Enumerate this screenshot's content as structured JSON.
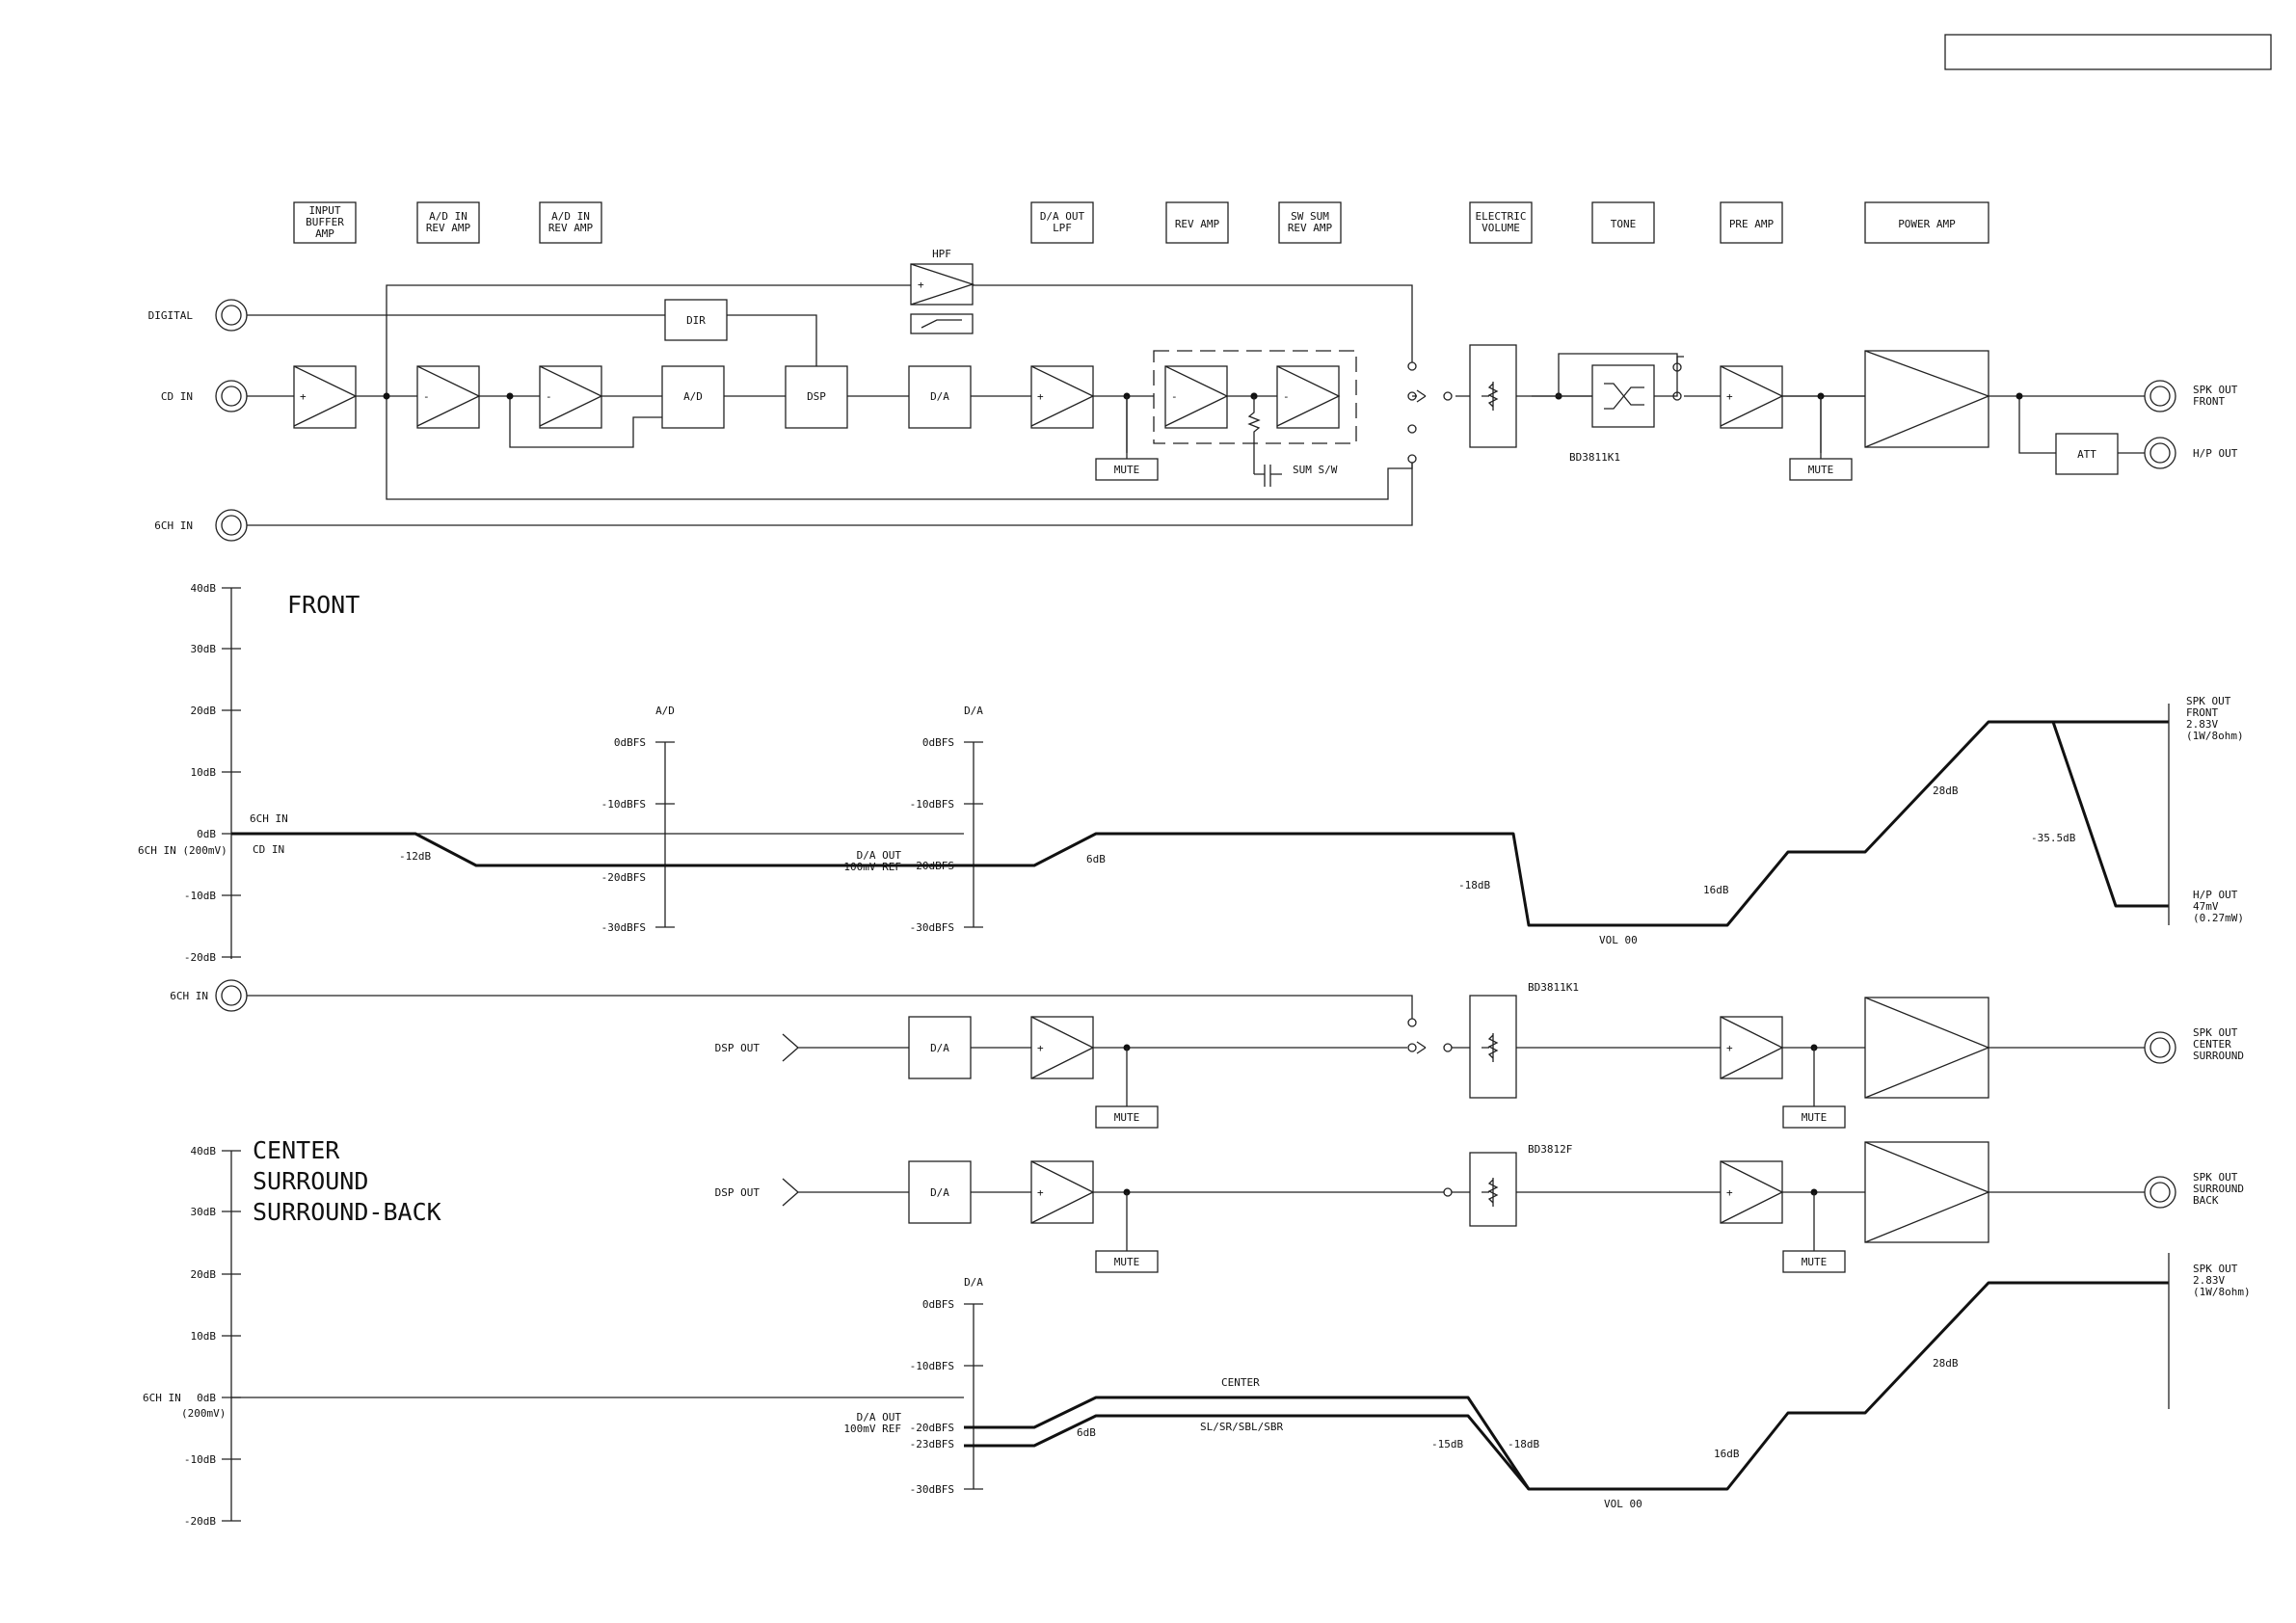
{
  "header": {
    "input_buffer": [
      "INPUT",
      "BUFFER",
      "AMP"
    ],
    "ad_in_rev_amp_1": [
      "A/D IN",
      "REV AMP"
    ],
    "ad_in_rev_amp_2": [
      "A/D IN",
      "REV AMP"
    ],
    "da_out_lpf": [
      "D/A OUT",
      "LPF"
    ],
    "rev_amp": [
      "REV AMP"
    ],
    "sw_sum_rev_amp": [
      "SW SUM",
      "REV AMP"
    ],
    "electric_volume": [
      "ELECTRIC",
      "VOLUME"
    ],
    "tone": [
      "TONE"
    ],
    "pre_amp": [
      "PRE AMP"
    ],
    "power_amp": [
      "POWER AMP"
    ]
  },
  "front_chain": {
    "inputs": {
      "digital": "DIGITAL",
      "cd_in": "CD IN",
      "ch6_in": "6CH IN"
    },
    "blocks": {
      "dir": "DIR",
      "ad": "A/D",
      "dsp": "DSP",
      "da": "D/A",
      "hpf": "HPF",
      "att": "ATT",
      "mute": "MUTE",
      "plus": "+",
      "minus": "-"
    },
    "sum_sw": "SUM S/W",
    "volume_ic": "BD3811K1",
    "outputs": {
      "spk_front": [
        "SPK OUT",
        "FRONT"
      ],
      "hp_out": "H/P OUT"
    }
  },
  "center_chain": {
    "ch6_in": "6CH IN",
    "dsp_out_1": "DSP OUT",
    "dsp_out_2": "DSP OUT",
    "volume_ic_1": "BD3811K1",
    "volume_ic_2": "BD3812F",
    "outputs": {
      "spk_center": [
        "SPK OUT",
        "CENTER",
        "SURROUND"
      ],
      "spk_back": [
        "SPK OUT",
        "SURROUND",
        "BACK"
      ]
    }
  },
  "front_levels": {
    "title": "FRONT",
    "axis_ticks": [
      "40dB",
      "30dB",
      "20dB",
      "10dB",
      "0dB",
      "-10dB",
      "-20dB"
    ],
    "ref_label": "6CH IN  (200mV)",
    "ad_title": "A/D",
    "da_title": "D/A",
    "dbfs_ticks": [
      "0dBFS",
      "-10dBFS",
      "-20dBFS",
      "-30dBFS"
    ],
    "da_out_ref": [
      "D/A OUT",
      "100mV REF"
    ],
    "curve_labels": {
      "ch6": "6CH IN",
      "cd": "CD IN",
      "m12": "-12dB",
      "p6": "6dB",
      "m18": "-18dB",
      "vol": "VOL 00",
      "p16": "16dB",
      "p28": "28dB",
      "m355": "-35.5dB"
    },
    "out_spk": [
      "SPK OUT",
      "FRONT",
      "2.83V",
      "(1W/8ohm)"
    ],
    "out_hp": [
      "H/P OUT",
      "47mV",
      "(0.27mW)"
    ]
  },
  "center_levels": {
    "title": [
      "CENTER",
      "SURROUND",
      "SURROUND-BACK"
    ],
    "axis_ticks": [
      "40dB",
      "30dB",
      "20dB",
      "10dB",
      "0dB",
      "-10dB",
      "-20dB"
    ],
    "ref_label_1": "6CH IN",
    "ref_label_2": "(200mV)",
    "da_title": "D/A",
    "dbfs_ticks": [
      "0dBFS",
      "-10dBFS",
      "-20dBFS",
      "-23dBFS",
      "-30dBFS"
    ],
    "da_out_ref": [
      "D/A OUT",
      "100mV REF"
    ],
    "curve_labels": {
      "center": "CENTER",
      "surround": "SL/SR/SBL/SBR",
      "p6": "6dB",
      "m15": "-15dB",
      "m18": "-18dB",
      "vol": "VOL 00",
      "p16": "16dB",
      "p28": "28dB"
    },
    "out_spk": [
      "SPK OUT",
      "2.83V",
      "(1W/8ohm)"
    ]
  }
}
